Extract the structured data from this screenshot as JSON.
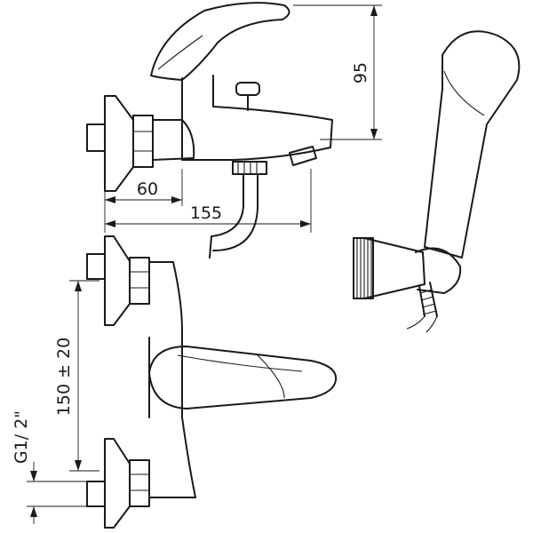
{
  "dimensions": {
    "height_95": "95",
    "depth_60": "60",
    "depth_155": "155",
    "spacing": "150 ± 20",
    "thread": "G1/ 2\""
  },
  "colors": {
    "line": "#1a1a1a",
    "background": "#ffffff"
  }
}
